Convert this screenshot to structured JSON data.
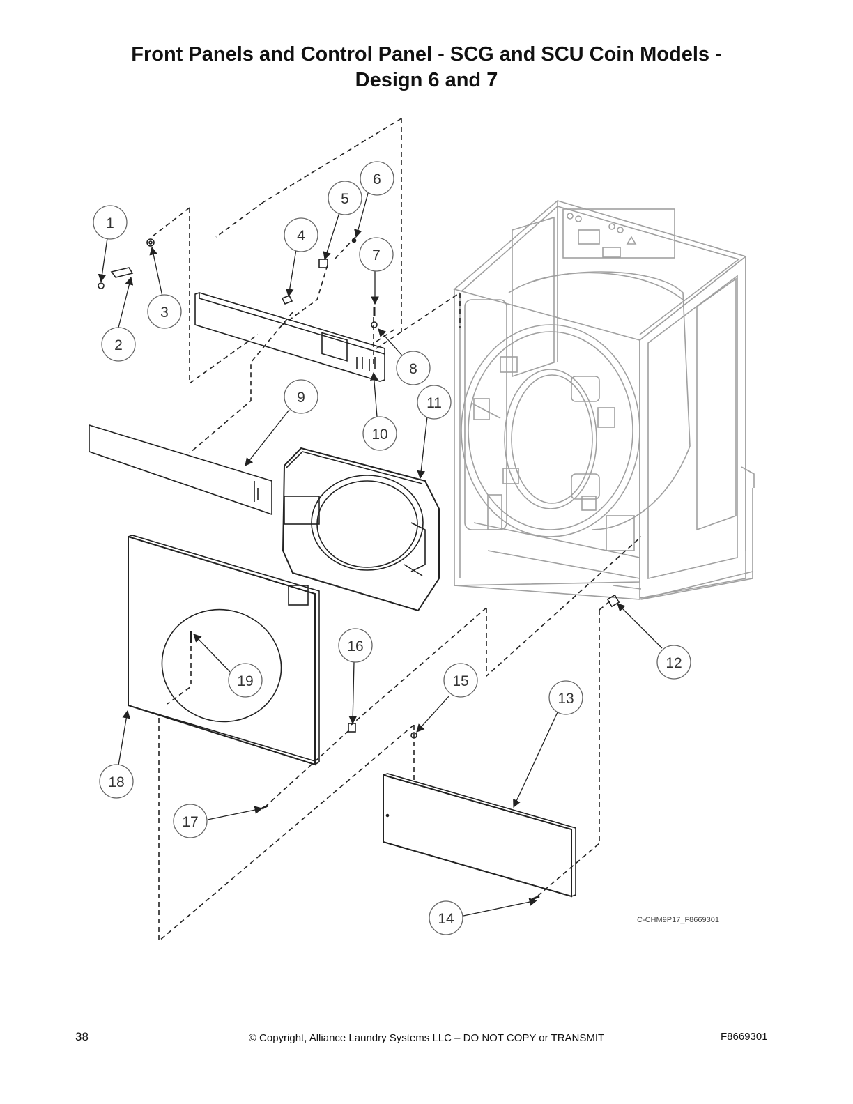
{
  "title": {
    "line1": "Front Panels and Control Panel - SCG and SCU Coin Models -",
    "line2": "Design 6 and 7"
  },
  "callouts": [
    "1",
    "2",
    "3",
    "4",
    "5",
    "6",
    "7",
    "8",
    "9",
    "10",
    "11",
    "12",
    "13",
    "14",
    "15",
    "16",
    "17",
    "18",
    "19"
  ],
  "drawing_id": "C-CHM9P17_F8669301",
  "footer": {
    "page_number": "38",
    "copyright": "© Copyright, Alliance Laundry Systems LLC – DO NOT COPY or TRANSMIT",
    "document_number": "F8669301"
  },
  "colors": {
    "line": "#222222",
    "machine": "#9a9a9a",
    "callout_stroke": "#666666"
  }
}
